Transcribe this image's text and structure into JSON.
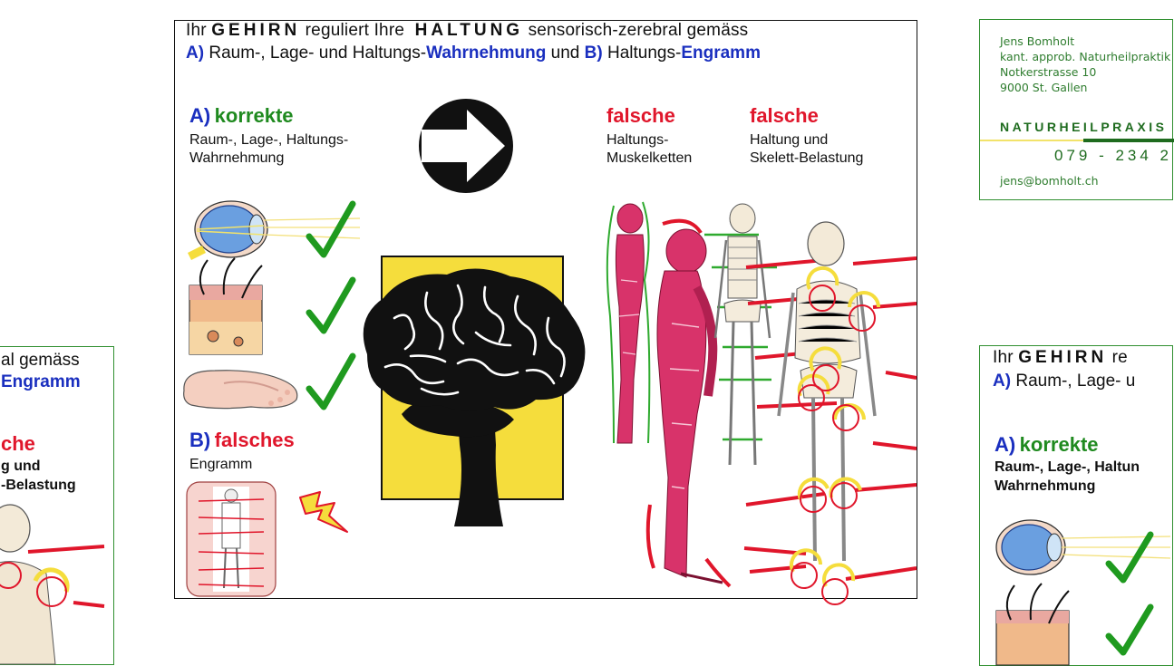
{
  "main": {
    "title": {
      "w1": "Ihr",
      "w2": "GEHIRN",
      "w3": "reguliert Ihre",
      "w4": "HALTUNG",
      "w5": "sensorisch-zerebral gemäss"
    },
    "subtitle": {
      "a": "A)",
      "p1": "Raum-, Lage- und Haltungs-",
      "p2": "Wahrnehmung",
      "p3": "und",
      "b": "B)",
      "p4": "Haltungs-",
      "p5": "Engramm"
    },
    "section_a": {
      "letter": "A)",
      "heading": "korrekte",
      "line1": "Raum-, Lage-, Haltungs-",
      "line2": "Wahrnehmung"
    },
    "section_b": {
      "letter": "B)",
      "heading": "falsches",
      "line1": "Engramm"
    },
    "falsche_1": {
      "heading": "falsche",
      "line1": "Haltungs-",
      "line2": "Muskelketten"
    },
    "falsche_2": {
      "heading": "falsche",
      "line1": "Haltung und",
      "line2": "Skelett-Belastung"
    },
    "icons": [
      "eye-icon",
      "skin-icon",
      "foot-icon",
      "checkmark-icon",
      "arrow-right-icon",
      "brain-icon",
      "lightning-icon",
      "skeleton-icon",
      "muscle-figure-icon"
    ]
  },
  "business_card": {
    "name": "Jens Bomholt",
    "profession": "kant. approb. Naturheilpraktik",
    "street": "Notkerstrasse 10",
    "city": "9000 St. Gallen",
    "brand": "NATURHEILPRAXIS",
    "phone": "079 - 234 2",
    "email": "jens@bomholt.ch"
  },
  "left_fragment": {
    "l1": "al gemäss",
    "l2": "Engramm",
    "l3": "che",
    "l4": "g und",
    "l5": "-Belastung"
  },
  "right_fragment": {
    "t1": "Ihr",
    "t2": "GEHIRN",
    "t3": "re",
    "s_a": "A)",
    "s1": "Raum-, Lage- u",
    "h_a": "A)",
    "h1": "korrekte",
    "r1": "Raum-, Lage-, Haltun",
    "r2": "Wahrnehmung"
  },
  "colors": {
    "blue": "#1a2fbf",
    "green": "#1f8a1f",
    "red": "#e0162b",
    "yellow": "#f5dd3c",
    "muscle": "#d8336a"
  }
}
